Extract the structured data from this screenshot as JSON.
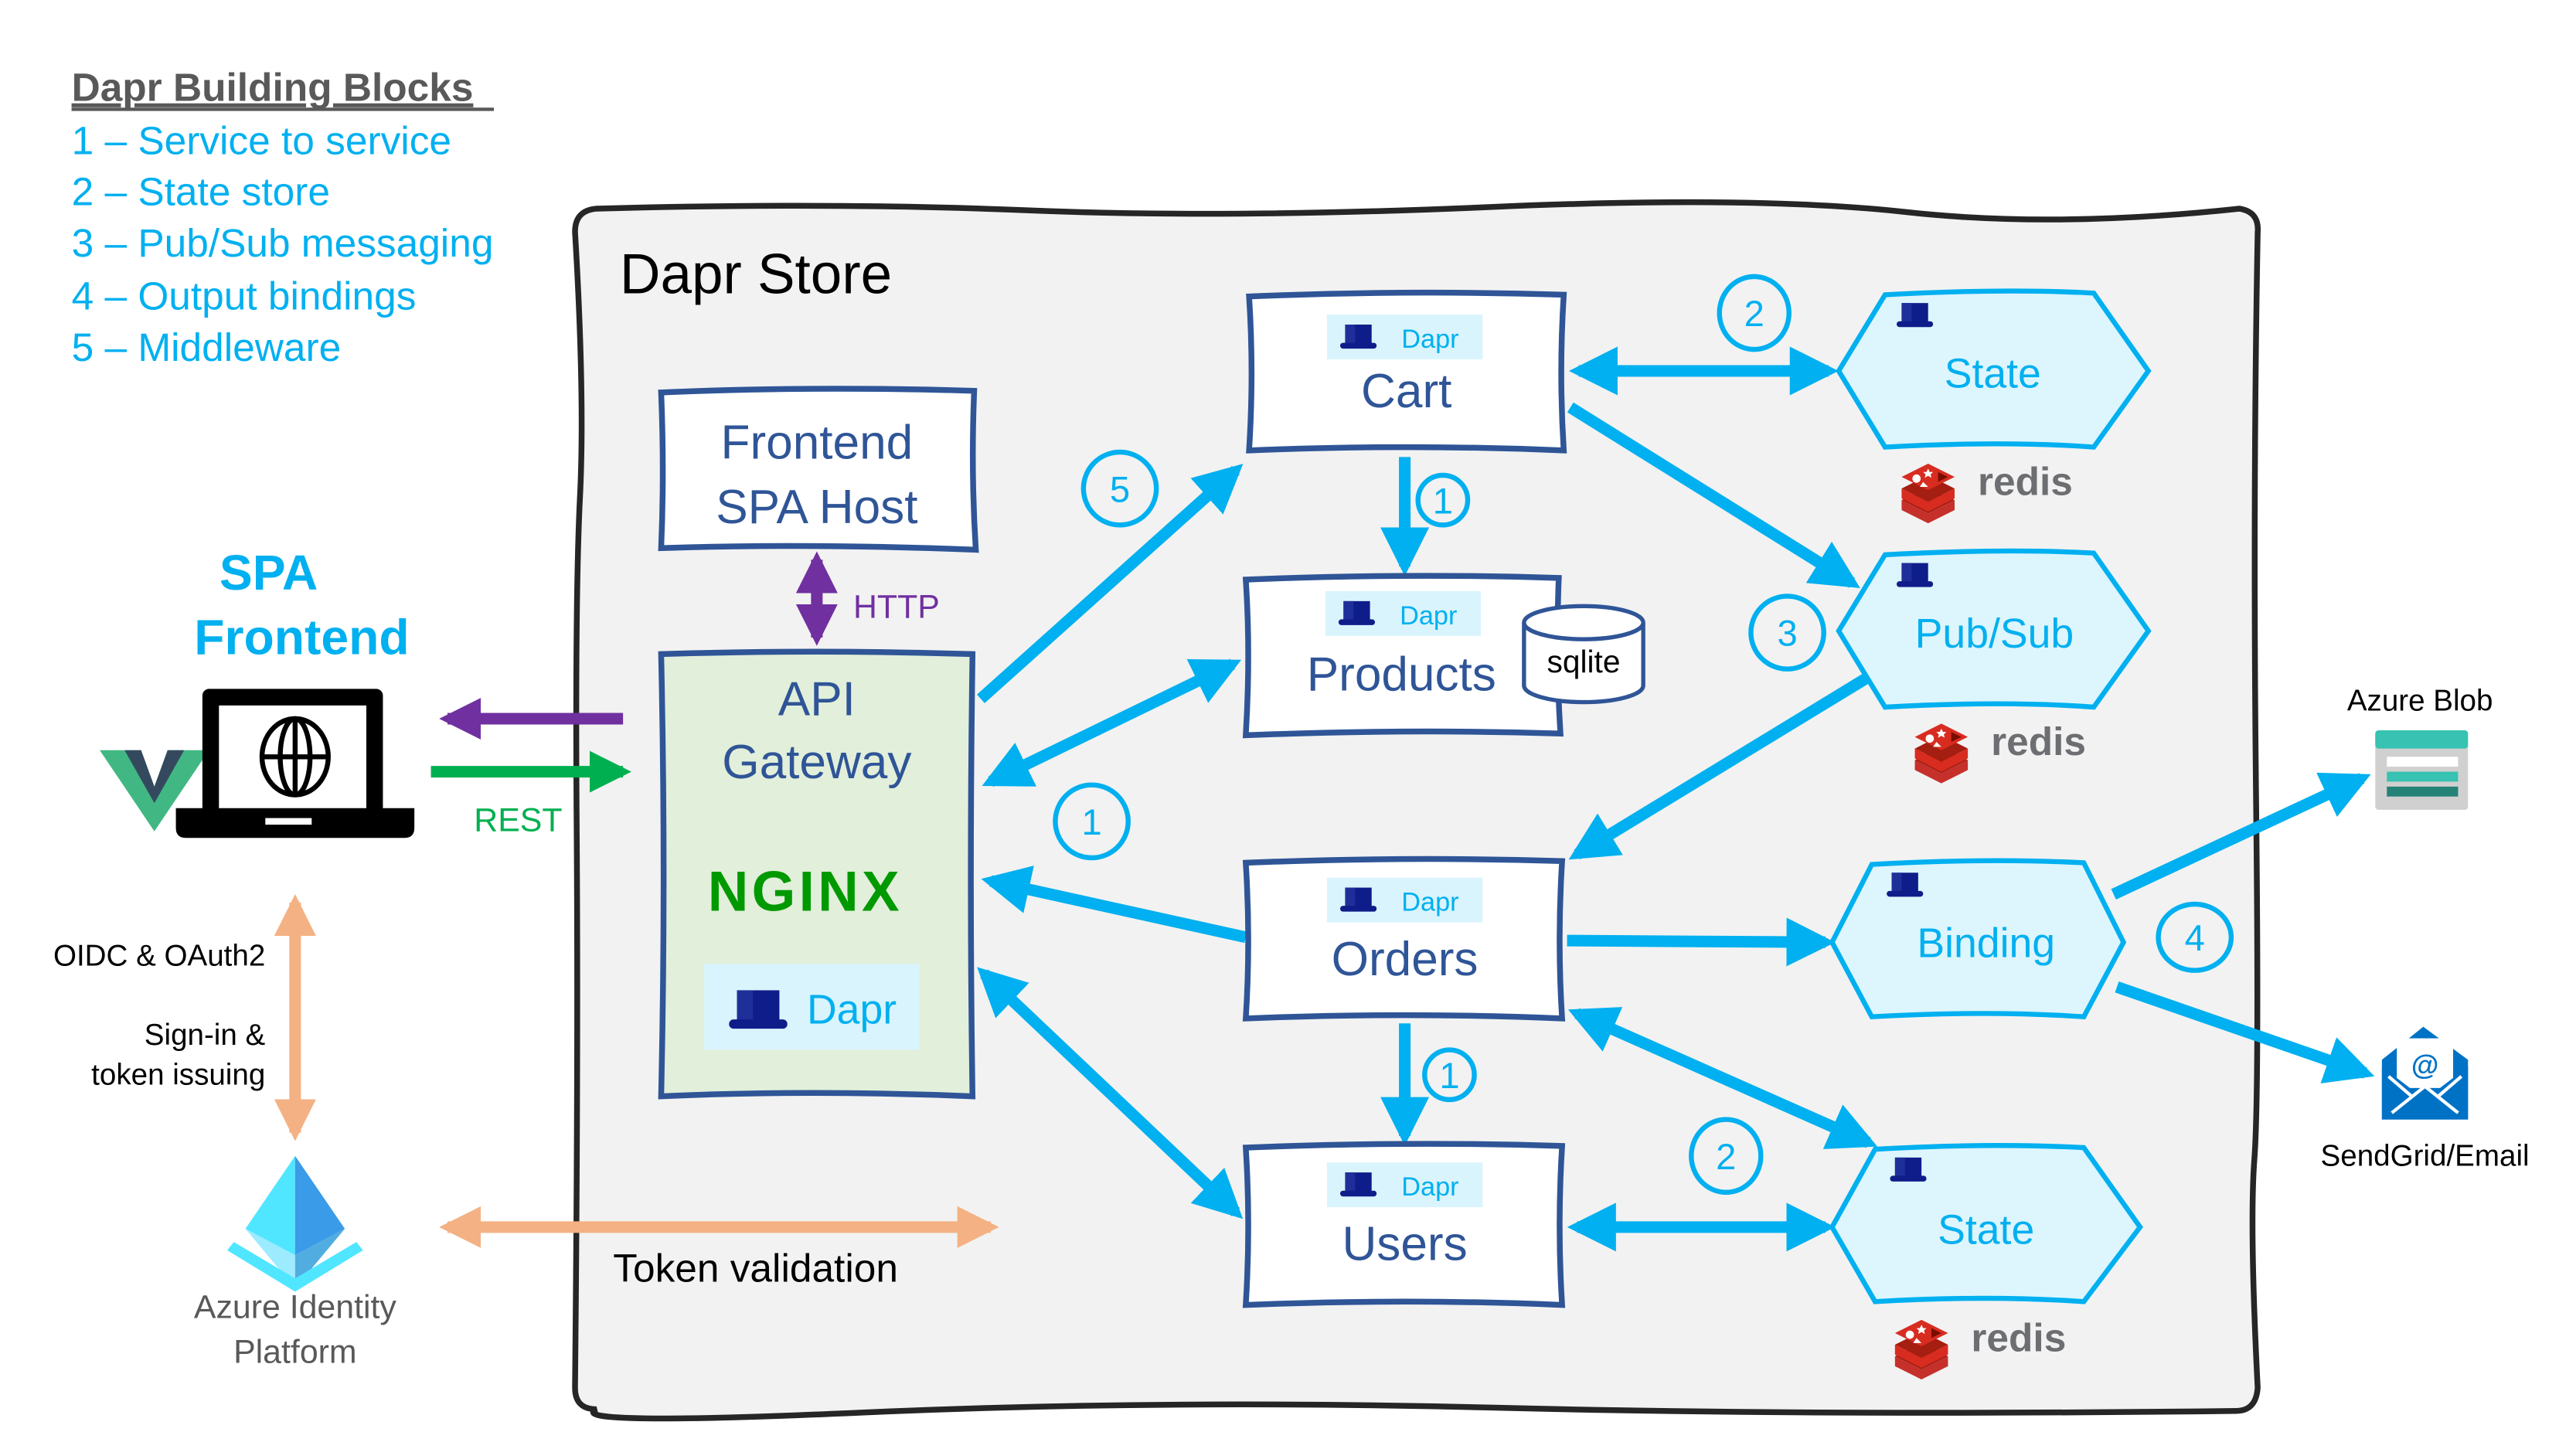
{
  "legend": {
    "title": "Dapr Building Blocks",
    "items": [
      "1 – Service to service",
      "2 – State store",
      "3 – Pub/Sub messaging",
      "4 – Output bindings",
      "5 – Middleware"
    ]
  },
  "store": {
    "title": "Dapr Store"
  },
  "spa": {
    "title_line1": "SPA",
    "title_line2": "Frontend",
    "rest_label": "REST"
  },
  "frontend_host": {
    "line1": "Frontend",
    "line2": "SPA Host",
    "http_label": "HTTP"
  },
  "gateway": {
    "line1": "API",
    "line2": "Gateway",
    "nginx": "NGINX",
    "dapr": "Dapr"
  },
  "services": {
    "cart": {
      "name": "Cart",
      "dapr": "Dapr"
    },
    "products": {
      "name": "Products",
      "dapr": "Dapr",
      "db": "sqlite"
    },
    "orders": {
      "name": "Orders",
      "dapr": "Dapr"
    },
    "users": {
      "name": "Users",
      "dapr": "Dapr"
    }
  },
  "components": {
    "cart_state": {
      "name": "State",
      "backend": "redis"
    },
    "pubsub": {
      "name": "Pub/Sub",
      "backend": "redis"
    },
    "binding": {
      "name": "Binding"
    },
    "users_state": {
      "name": "State",
      "backend": "redis"
    }
  },
  "badges": {
    "gateway_cart": "5",
    "cart_state": "2",
    "cart_products": "1",
    "pubsub": "3",
    "gateway_orders": "1",
    "binding": "4",
    "orders_users": "1",
    "users_state": "2"
  },
  "external": {
    "azure_blob": "Azure Blob",
    "sendgrid": "SendGrid/Email"
  },
  "identity": {
    "oidc": "OIDC & OAuth2",
    "signin_line1": "Sign-in &",
    "signin_line2": "token issuing",
    "name_line1": "Azure Identity",
    "name_line2": "Platform",
    "token_validation": "Token validation"
  },
  "colors": {
    "accent": "#00B0F0",
    "box_border": "#2F5597",
    "gateway_fill": "#E2EFDA",
    "hex_fill": "#DDF5FD",
    "dapr_badge_fill": "#D9F4FD",
    "http_purple": "#7030A0",
    "rest_green": "#00B050",
    "identity_orange": "#F4B183",
    "store_bg": "#F2F2F2"
  }
}
